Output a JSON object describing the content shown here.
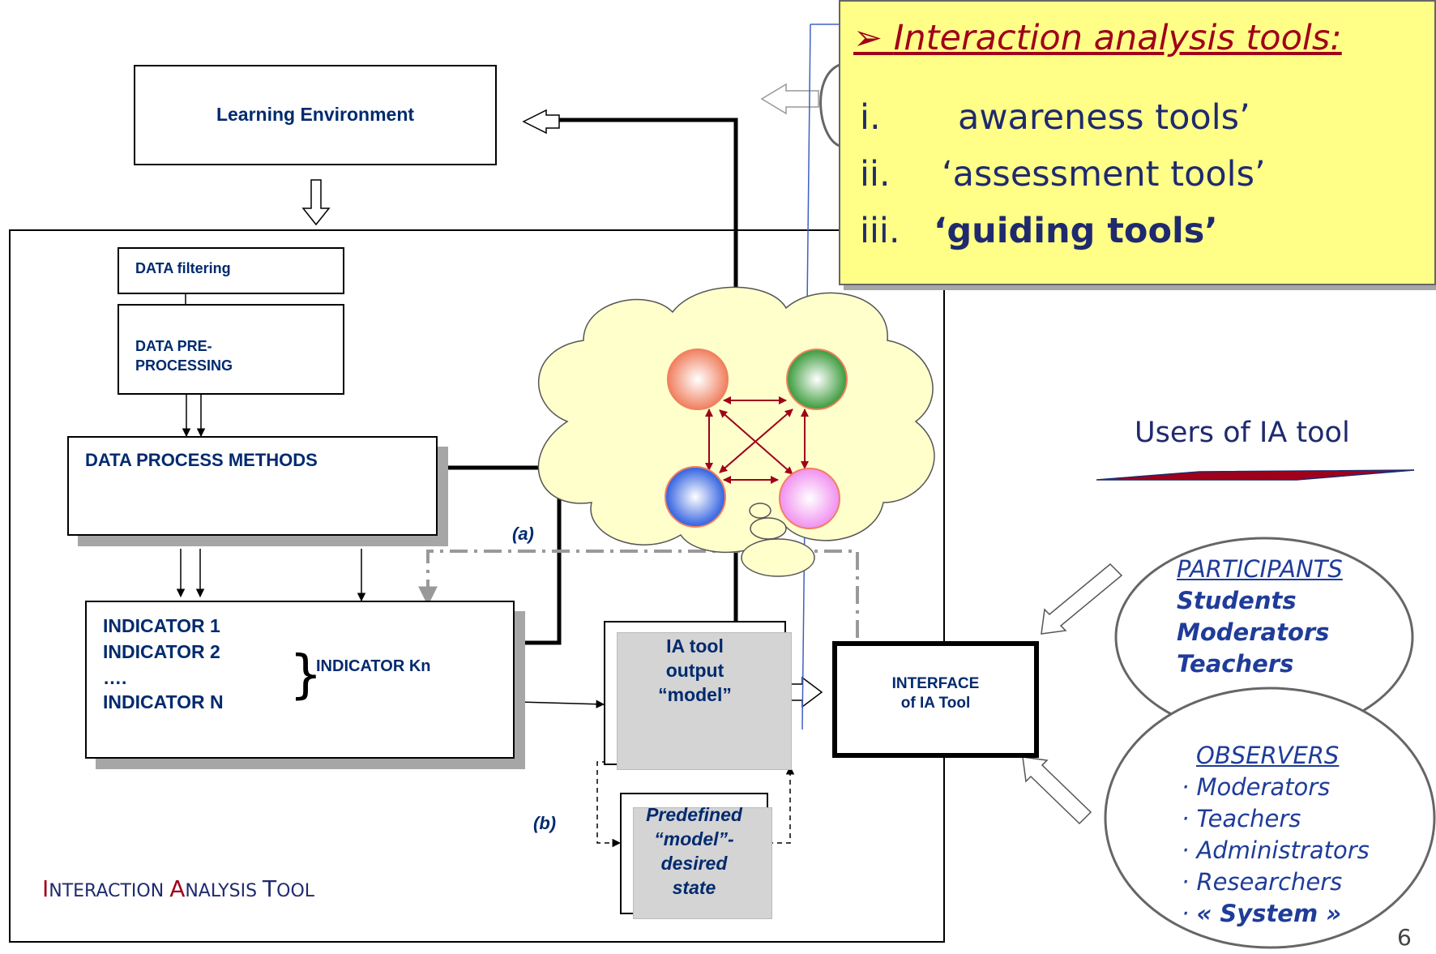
{
  "callout": {
    "heading": "Interaction analysis tools:",
    "items": [
      {
        "num": "i.",
        "text": "awareness tools’"
      },
      {
        "num": "ii.",
        "text": "‘assessment tools’"
      },
      {
        "num": "iii.",
        "text": "‘guiding tools’"
      }
    ]
  },
  "boxes": {
    "learning_env": "Learning Environment",
    "filtering": "DATA filtering",
    "preprocessing_1": "DATA PRE-",
    "preprocessing_2": "PROCESSING",
    "process_methods": "DATA PROCESS METHODS",
    "indicators": [
      "INDICATOR 1",
      "INDICATOR 2",
      "….",
      "INDICATOR N"
    ],
    "indicator_kn": "INDICATOR Kn",
    "output_1": "IA tool",
    "output_2": "output",
    "output_3": "“model”",
    "predef_1": "Predefined",
    "predef_2": "“model”-",
    "predef_3": "desired",
    "predef_4": "state",
    "interface_1": "INTERFACE",
    "interface_2": "of  IA Tool"
  },
  "labels": {
    "a": "(a)",
    "b": "(b)",
    "tool_title_parts": [
      "I",
      "NTERACTION ",
      "A",
      "NALYSIS ",
      "T",
      "OOL"
    ]
  },
  "users": {
    "title": "Users of IA tool",
    "participants_heading": "PARTICIPANTS",
    "participants": [
      "Students",
      "Moderators",
      "Teachers"
    ],
    "observers_heading": "OBSERVERS",
    "observers": [
      "Moderators",
      "Teachers",
      "Administrators",
      "Researchers",
      "« System »"
    ]
  },
  "page_number": "6",
  "colors": {
    "callout_bg": "#ffff88",
    "cloud_bg": "#ffffcc",
    "navy": "#002a6e",
    "red": "#a0001a",
    "node_colors": [
      "#f08060",
      "#3a9a3a",
      "#3060e0",
      "#f090f0"
    ]
  }
}
